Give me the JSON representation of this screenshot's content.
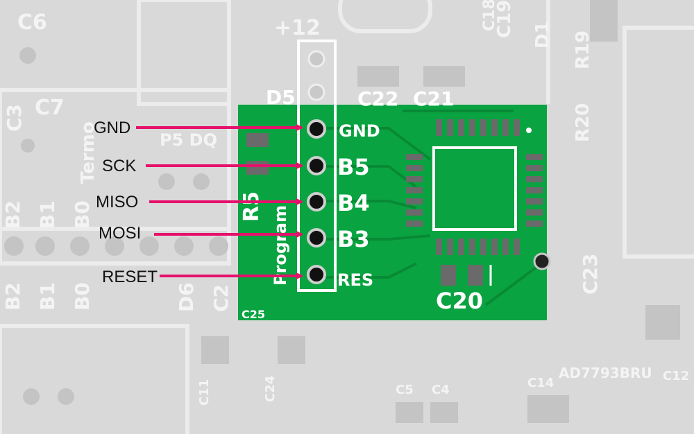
{
  "callouts": [
    {
      "label": "GND"
    },
    {
      "label": "SCK"
    },
    {
      "label": "MISO"
    },
    {
      "label": "MOSI"
    },
    {
      "label": "RESET"
    }
  ],
  "board": {
    "pin_labels": [
      "GND",
      "B5",
      "B4",
      "B3",
      "RES"
    ],
    "vertical_label": "Program",
    "designators": {
      "c20": "C20",
      "c21": "C21",
      "c22": "C22",
      "c25": "C25",
      "d5": "D5",
      "r5": "R5"
    }
  },
  "background": {
    "c6": "C6",
    "plus12": "+12",
    "c7": "C7",
    "c3": "C3",
    "c2": "C2",
    "termo": "Termo",
    "p5dq": "P5 DQ",
    "b2": "B2",
    "b1": "B1",
    "b0": "B0",
    "d6": "D6",
    "c19": "C19",
    "c18": "C18",
    "d1": "D1",
    "r19": "R19",
    "r20": "R20",
    "c23": "C23",
    "c11": "C11",
    "c24": "C24",
    "c5": "C5",
    "c4": "C4",
    "c14": "C14",
    "ad7793": "AD7793BRU",
    "c12": "C12"
  },
  "colors": {
    "pcb_green": "#0aa341",
    "arrow": "#e5116b",
    "background": "#d9d9d9",
    "pad": "#111111",
    "silkscreen": "#ffffff"
  }
}
